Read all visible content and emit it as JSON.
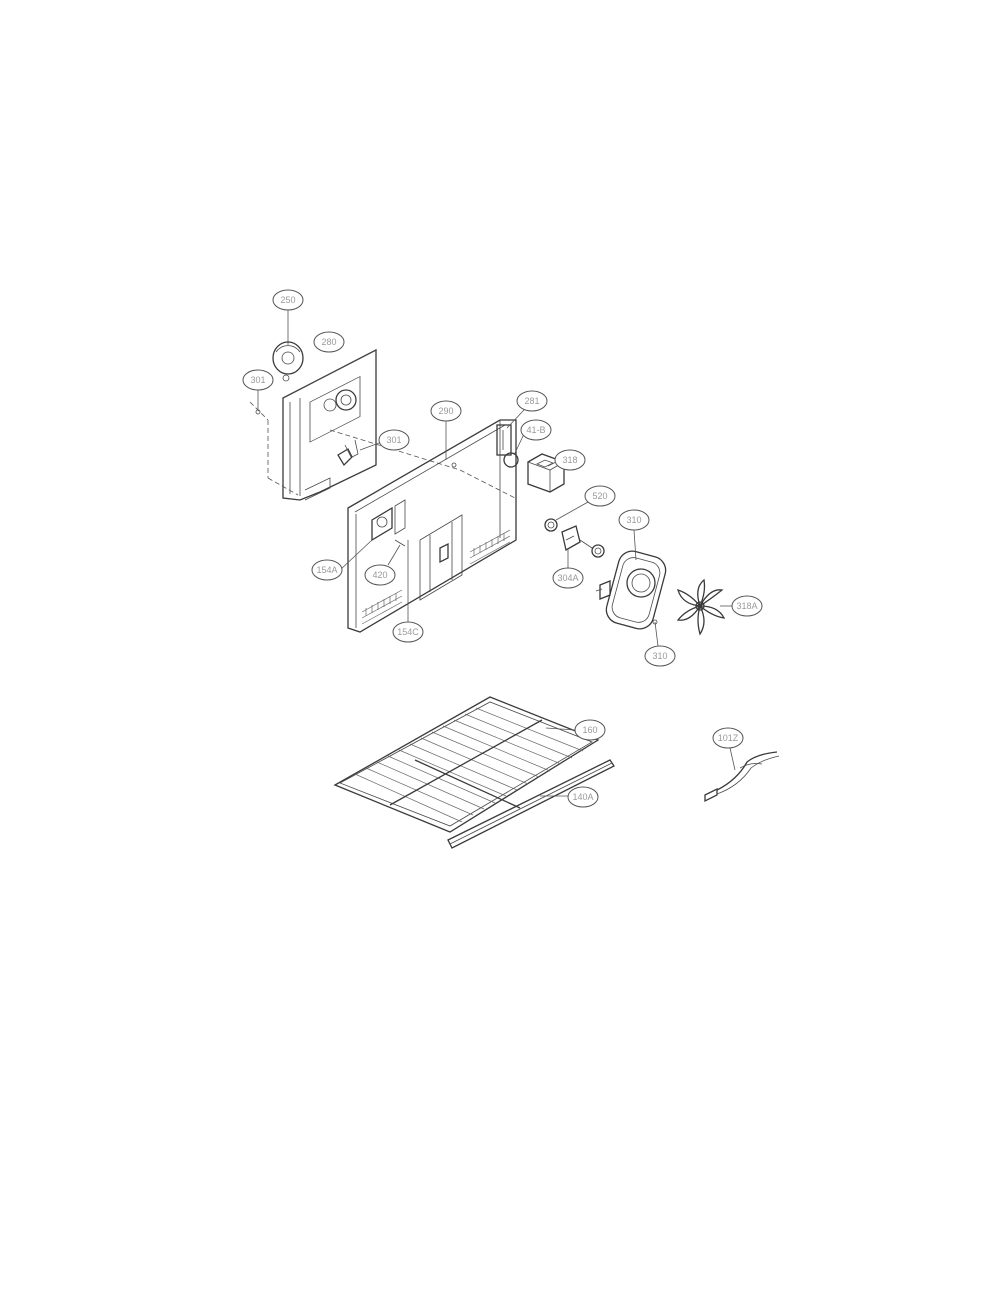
{
  "callouts": [
    {
      "id": "c1",
      "label": "250"
    },
    {
      "id": "c2",
      "label": "280"
    },
    {
      "id": "c3",
      "label": "301"
    },
    {
      "id": "c4",
      "label": "301"
    },
    {
      "id": "c5",
      "label": "290"
    },
    {
      "id": "c6",
      "label": "281"
    },
    {
      "id": "c7",
      "label": "41-B"
    },
    {
      "id": "c8",
      "label": "318"
    },
    {
      "id": "c9",
      "label": "520"
    },
    {
      "id": "c10",
      "label": "310"
    },
    {
      "id": "c11",
      "label": "304A"
    },
    {
      "id": "c12",
      "label": "154A"
    },
    {
      "id": "c13",
      "label": "420"
    },
    {
      "id": "c14",
      "label": "154C"
    },
    {
      "id": "c15",
      "label": "318A"
    },
    {
      "id": "c16",
      "label": "310"
    },
    {
      "id": "c17",
      "label": "160"
    },
    {
      "id": "c18",
      "label": "140A"
    },
    {
      "id": "c19",
      "label": "101Z"
    }
  ],
  "colors": {
    "line": "#3a3a3a",
    "label": "#9a9a9a",
    "background": "#ffffff"
  }
}
